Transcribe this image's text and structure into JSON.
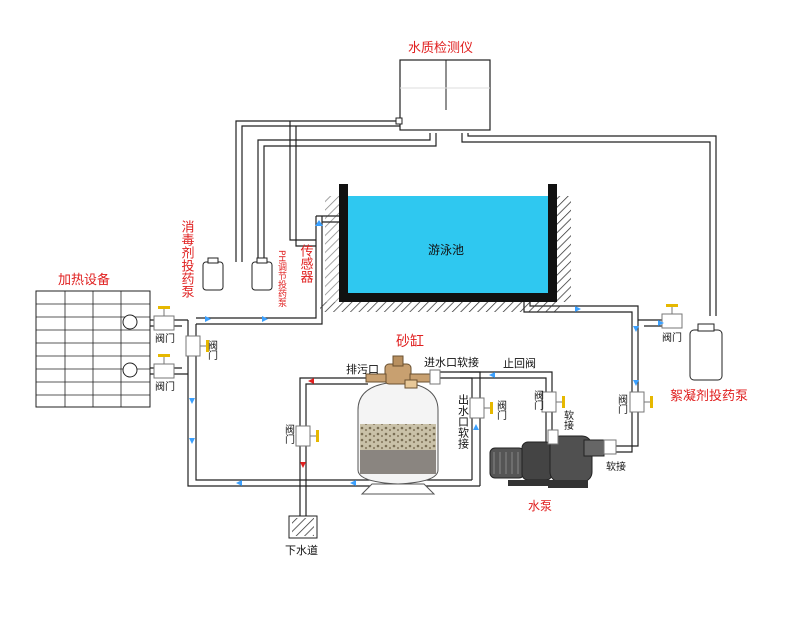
{
  "labels": {
    "water_quality_monitor": "水质检测仪",
    "swimming_pool": "游泳池",
    "heating_equipment": "加热设备",
    "disinfectant_pump": "消毒剂投药泵",
    "ph_pump": "PH调节投药泵",
    "sensor": "传感器",
    "sand_filter": "砂缸",
    "drain_outlet": "排污口",
    "inlet_hose": "进水口软接",
    "check_valve": "止回阀",
    "outlet_hose": "出水口软接",
    "water_pump": "水泵",
    "flocculant_pump": "絮凝剂投药泵",
    "sewer": "下水道",
    "valve": "阀门",
    "hose": "软接"
  },
  "colors": {
    "pool_water": "#2fc8f0",
    "label_red": "#e02020",
    "flow_arrow": "#3aa0ff",
    "pipe": "#222222"
  }
}
